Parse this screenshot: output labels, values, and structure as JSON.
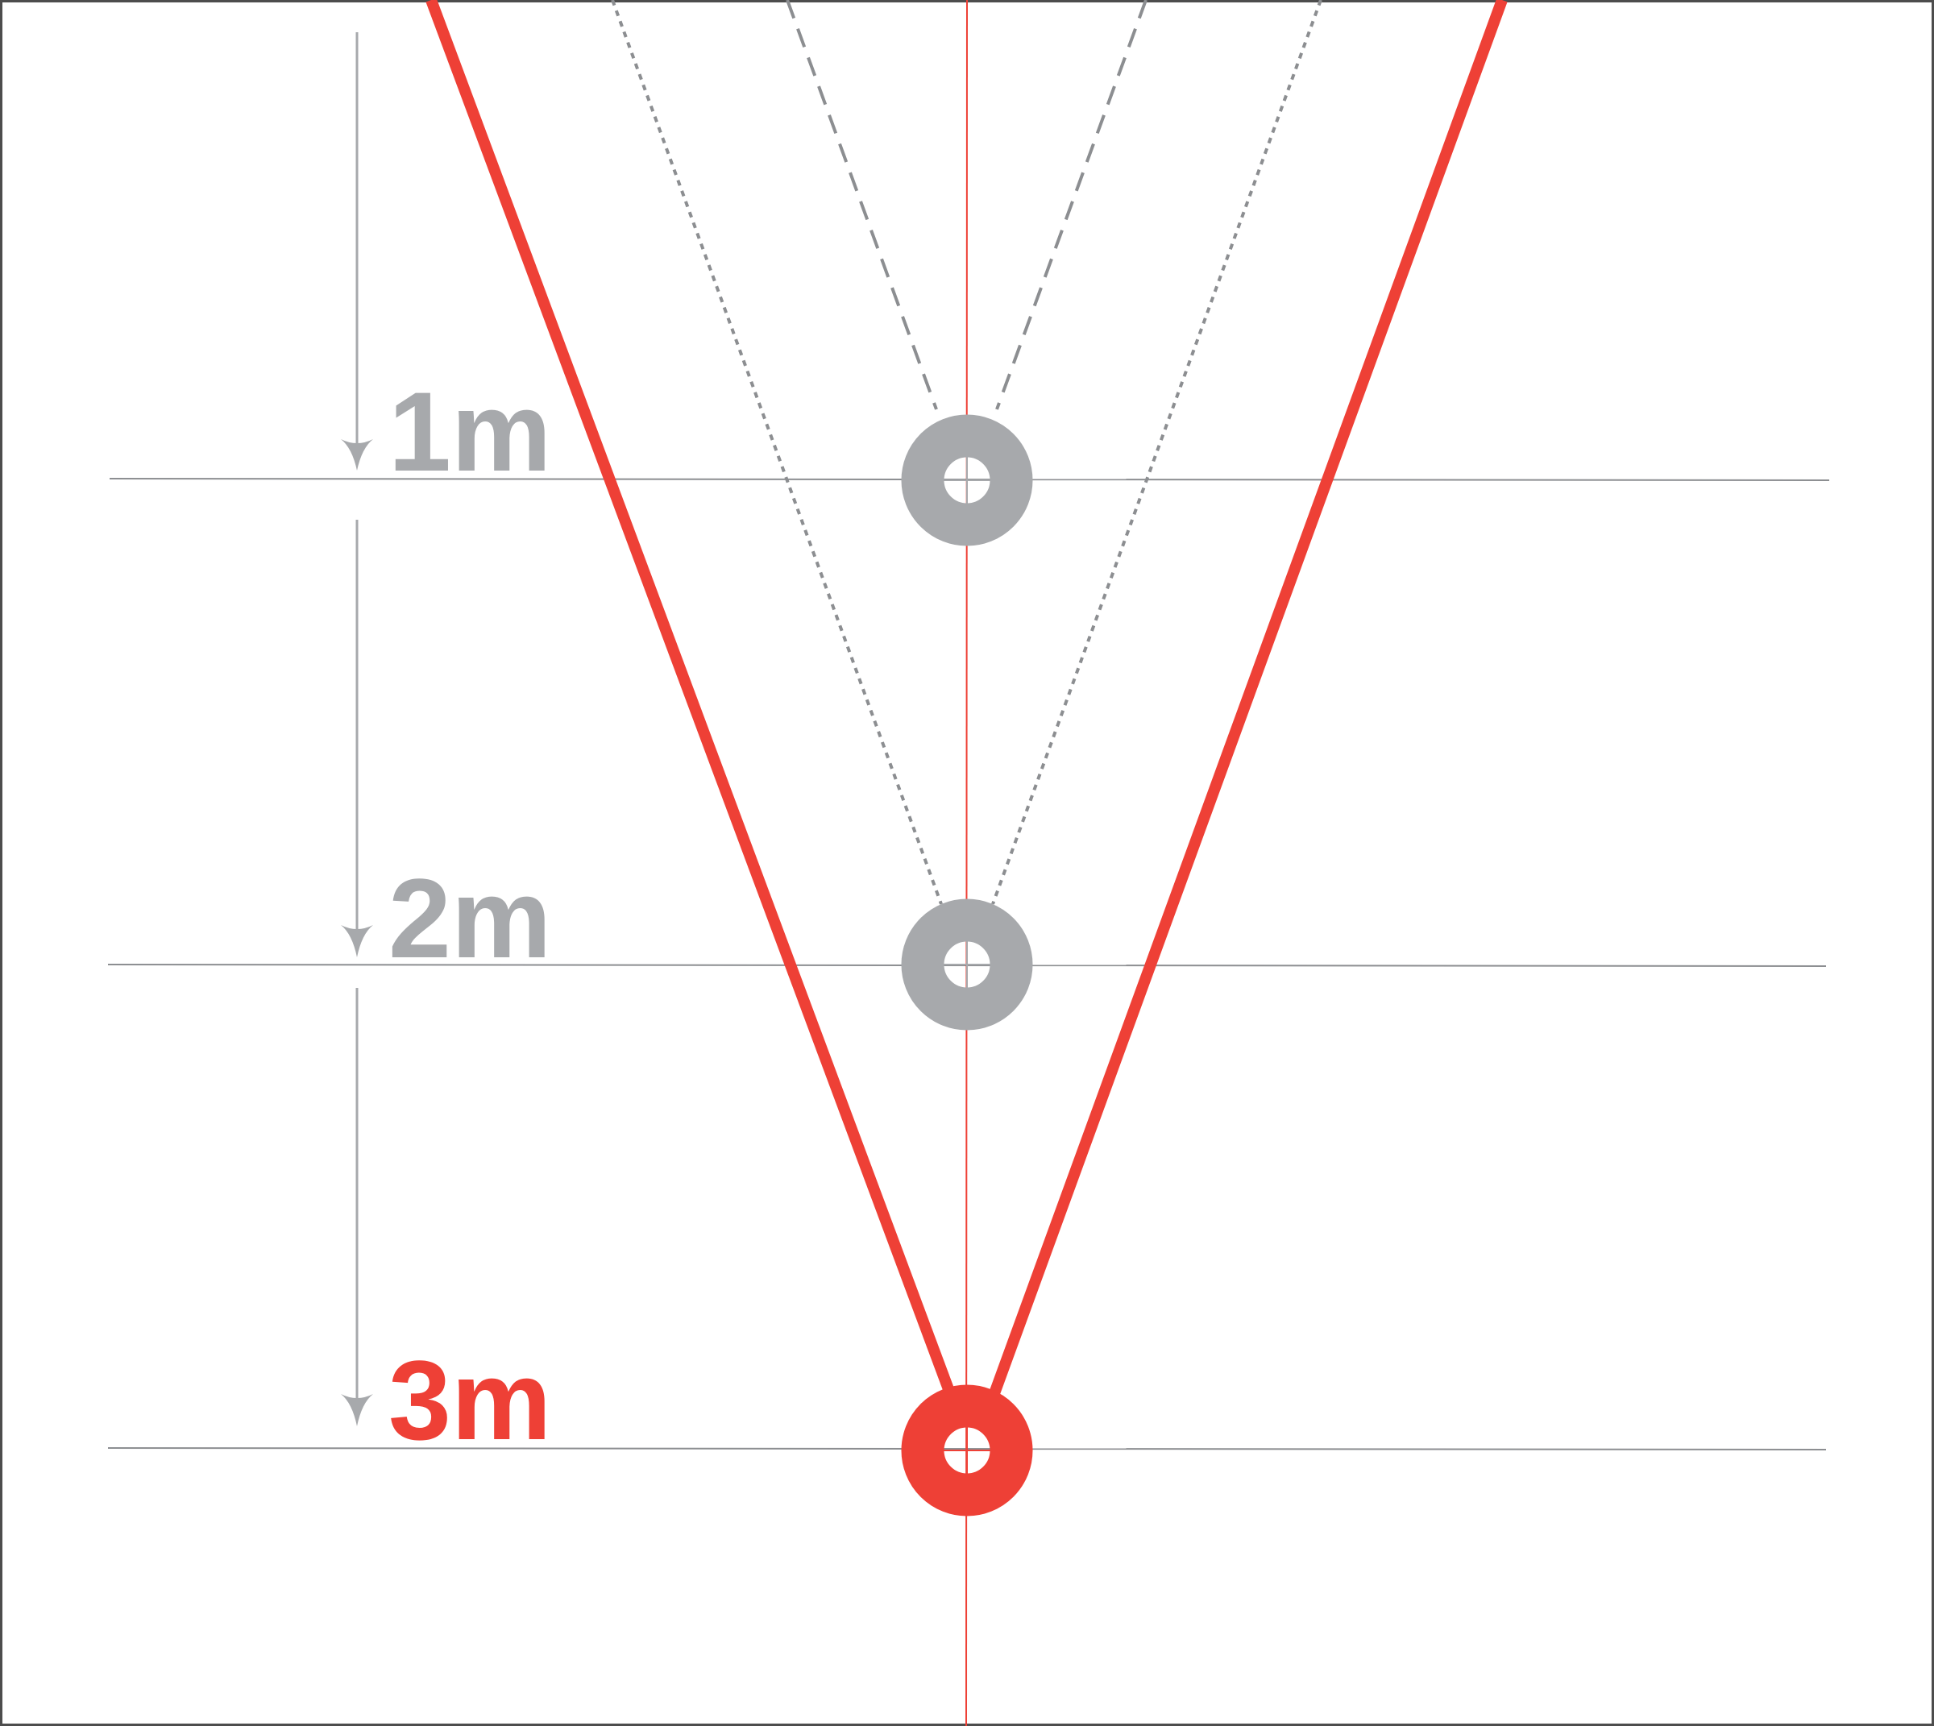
{
  "labels": {
    "distance_1": "1m",
    "distance_2": "2m",
    "distance_3": "3m"
  },
  "colors": {
    "accent": "#EE4036",
    "marker_gray": "#A7A9AC",
    "arrow_gray": "#A7A9AC",
    "line_gray": "#8C8E91",
    "dash_gray": "#8C8E91",
    "border": "#4D4D4D",
    "background": "#FFFFFF"
  }
}
